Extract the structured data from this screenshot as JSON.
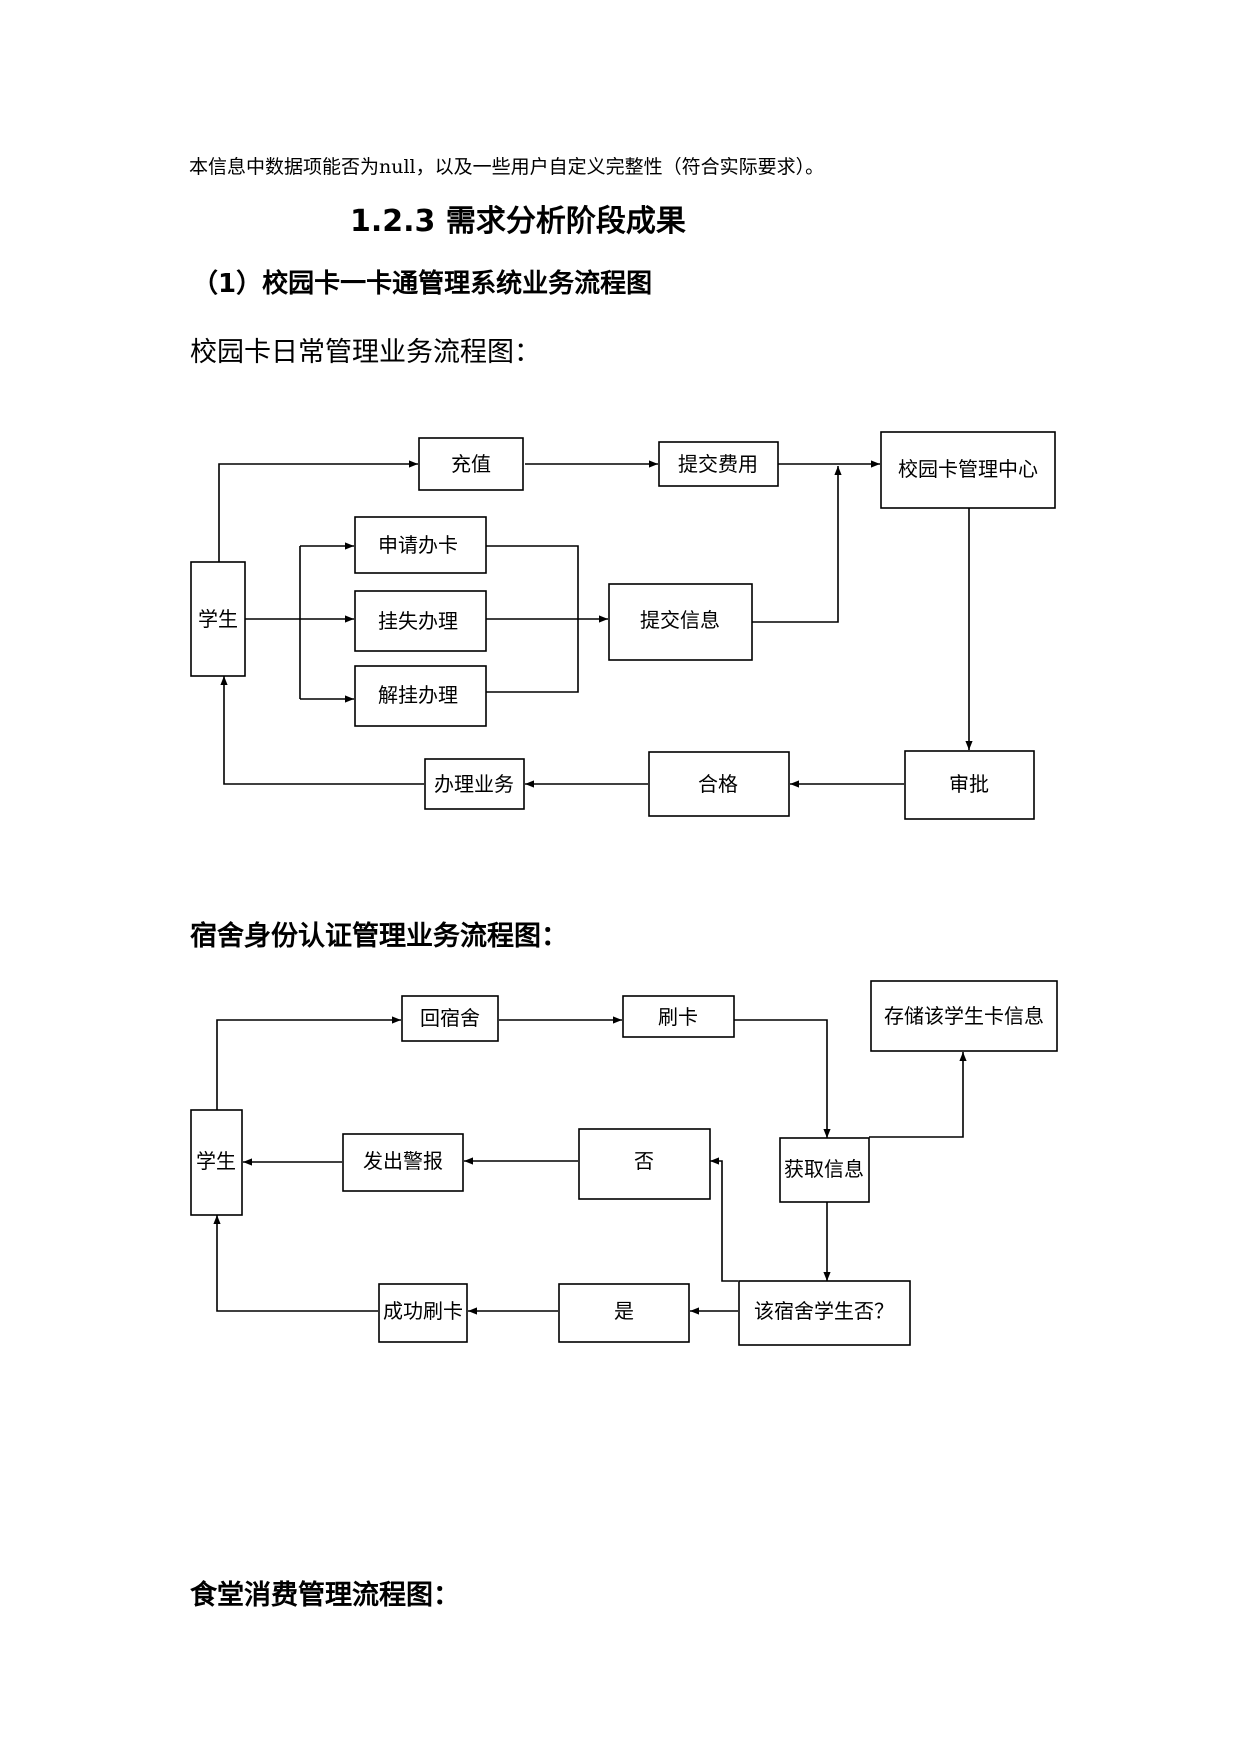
{
  "intro_text": "本信息中数据项能否为null，以及一些用户自定义完整性（符合实际要求）。",
  "section_heading": "1.2.3 需求分析阶段成果",
  "subsection_heading": "（1）校园卡一卡通管理系统业务流程图",
  "diagram1": {
    "caption": "校园卡日常管理业务流程图：",
    "nodes": {
      "student": "学生",
      "recharge": "充值",
      "submit_fee": "提交费用",
      "card_center": "校园卡管理中心",
      "apply_card": "申请办卡",
      "report_loss": "挂失办理",
      "cancel_loss": "解挂办理",
      "submit_info": "提交信息",
      "approve": "审批",
      "qualified": "合格",
      "handle_business": "办理业务"
    }
  },
  "diagram2": {
    "caption": "宿舍身份认证管理业务流程图：",
    "nodes": {
      "student": "学生",
      "return_dorm": "回宿舍",
      "swipe_card": "刷卡",
      "store_info": "存储该学生卡信息",
      "get_info": "获取信息",
      "alarm": "发出警报",
      "no": "否",
      "is_dorm_student": "该宿舍学生否？",
      "yes": "是",
      "swipe_success": "成功刷卡"
    }
  },
  "diagram3": {
    "caption": "食堂消费管理流程图："
  }
}
